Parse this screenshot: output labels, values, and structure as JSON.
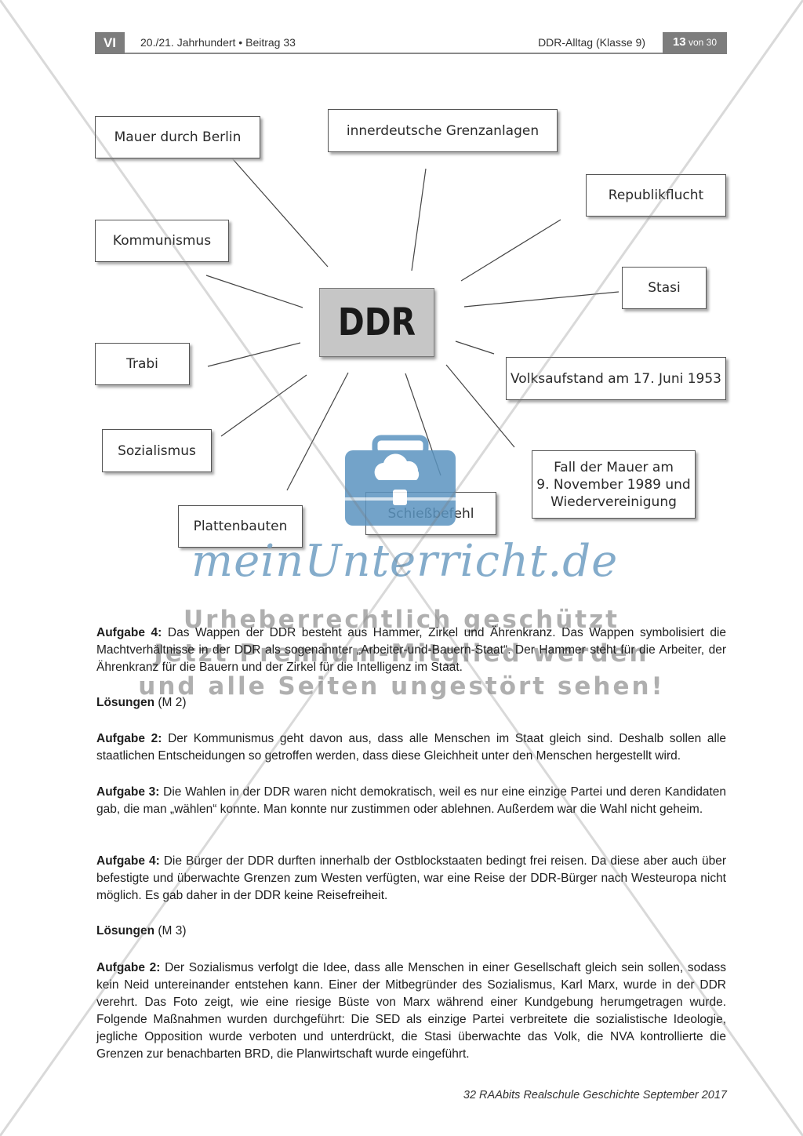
{
  "header": {
    "section": "VI",
    "left_text": "20./21. Jahrhundert • Beitrag 33",
    "right_text": "DDR-Alltag (Klasse 9)",
    "page_number": "13",
    "page_total": "von 30"
  },
  "mindmap": {
    "center": "DDR",
    "nodes": [
      {
        "id": "mauer",
        "label": "Mauer durch Berlin"
      },
      {
        "id": "grenz",
        "label": "innerdeutsche Grenzanlagen"
      },
      {
        "id": "republik",
        "label": "Republikflucht"
      },
      {
        "id": "kommunismus",
        "label": "Kommunismus"
      },
      {
        "id": "stasi",
        "label": "Stasi"
      },
      {
        "id": "trabi",
        "label": "Trabi"
      },
      {
        "id": "volksaufstand",
        "label": "Volksaufstand am 17. Juni 1953"
      },
      {
        "id": "sozialismus",
        "label": "Sozialismus"
      },
      {
        "id": "fall_l1",
        "label": "Fall der Mauer am"
      },
      {
        "id": "fall_l2",
        "label": "9. November 1989 und"
      },
      {
        "id": "fall_l3",
        "label": "Wiedervereinigung"
      },
      {
        "id": "platten",
        "label": "Plattenbauten"
      },
      {
        "id": "schiess",
        "label": "Schießbefehl"
      }
    ]
  },
  "watermark": {
    "brand": "meinUnterricht.de",
    "line1": "Urheberrechtlich geschützt",
    "line2": "Jetzt Premium-Mitglied werden",
    "line3": "und alle Seiten ungestört sehen!"
  },
  "content": {
    "a4_head": "Aufgabe 4:",
    "a4_text": "Das Wappen der DDR besteht aus Hammer, Zirkel und Ährenkranz. Das Wappen symbolisiert die Machtverhältnisse in der DDR als sogenannter „Arbeiter-und-Bauern-Staat“. Der Hammer steht für die Arbeiter, der Ährenkranz für die Bauern und der Zirkel für die Intelligenz im Staat.",
    "sol2_title": "Lösungen",
    "sol2_ref": "(M 2)",
    "m2_a2_head": "Aufgabe 2:",
    "m2_a2_text": "Der Kommunismus geht davon aus, dass alle Menschen im Staat gleich sind. Deshalb sollen alle staatlichen Entscheidungen so getroffen werden, dass diese Gleichheit unter den Menschen hergestellt wird.",
    "m2_a3_head": "Aufgabe 3:",
    "m2_a3_text": "Die Wahlen in der DDR waren nicht demokratisch, weil es nur eine einzige Partei und deren Kandidaten gab, die man „wählen“ konnte. Man konnte nur zustimmen oder ablehnen. Außerdem war die Wahl nicht geheim.",
    "m2_a4_head": "Aufgabe 4:",
    "m2_a4_text": "Die Bürger der DDR durften innerhalb der Ostblockstaaten bedingt frei reisen. Da diese aber auch über befestigte und überwachte Grenzen zum Westen verfügten, war eine Reise der DDR-Bürger nach Westeuropa nicht möglich. Es gab daher in der DDR keine Reisefreiheit.",
    "sol3_title": "Lösungen",
    "sol3_ref": "(M 3)",
    "m3_a2_head": "Aufgabe 2:",
    "m3_a2_text": "Der Sozialismus verfolgt die Idee, dass alle Menschen in einer Gesellschaft gleich sein sollen, sodass kein Neid untereinander entstehen kann. Einer der Mitbegründer des Sozialismus, Karl Marx, wurde in der DDR verehrt. Das Foto zeigt, wie eine riesige Büste von Marx während einer Kundgebung herumgetragen wurde. Folgende Maßnahmen wurden durchgeführt: Die SED als einzige Partei verbreitete die sozialistische Ideologie, jegliche Opposition wurde verboten und unterdrückt, die Stasi überwachte das Volk, die NVA kontrollierte die Grenzen zur benachbarten BRD, die Planwirtschaft wurde eingeführt."
  },
  "footer": "32 RAAbits Realschule Geschichte September 2017"
}
